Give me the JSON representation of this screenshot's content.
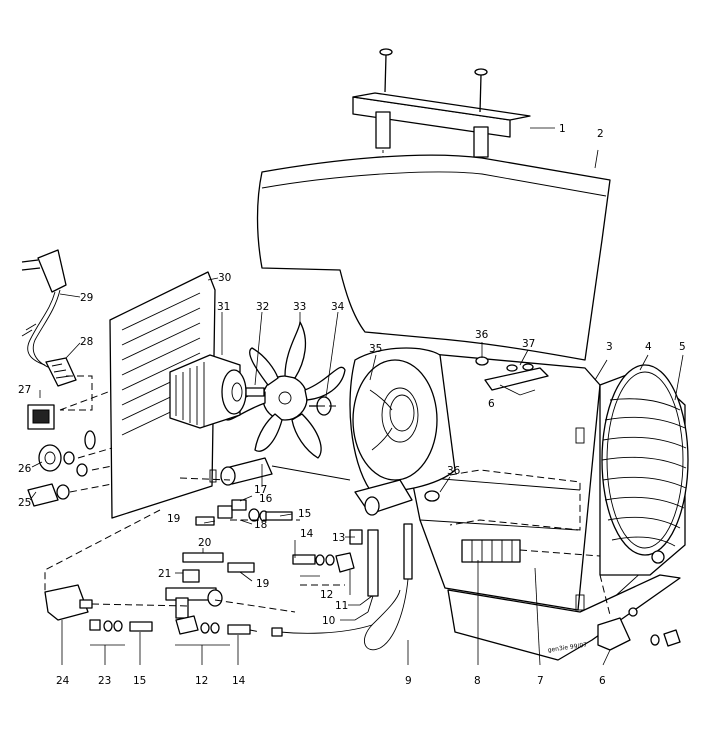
{
  "diagram": {
    "type": "exploded-view parts drawing",
    "stamp": "gen3ie 99/07",
    "labels": [
      {
        "id": "1",
        "text": "1"
      },
      {
        "id": "2",
        "text": "2"
      },
      {
        "id": "3",
        "text": "3"
      },
      {
        "id": "4",
        "text": "4"
      },
      {
        "id": "5",
        "text": "5"
      },
      {
        "id": "6a",
        "text": "6"
      },
      {
        "id": "6b",
        "text": "6"
      },
      {
        "id": "7",
        "text": "7"
      },
      {
        "id": "8",
        "text": "8"
      },
      {
        "id": "9",
        "text": "9"
      },
      {
        "id": "10",
        "text": "10"
      },
      {
        "id": "11",
        "text": "11"
      },
      {
        "id": "12a",
        "text": "12"
      },
      {
        "id": "12b",
        "text": "12"
      },
      {
        "id": "13",
        "text": "13"
      },
      {
        "id": "14a",
        "text": "14"
      },
      {
        "id": "14b",
        "text": "14"
      },
      {
        "id": "15a",
        "text": "15"
      },
      {
        "id": "15b",
        "text": "15"
      },
      {
        "id": "16",
        "text": "16"
      },
      {
        "id": "17",
        "text": "17"
      },
      {
        "id": "18",
        "text": "18"
      },
      {
        "id": "19a",
        "text": "19"
      },
      {
        "id": "19b",
        "text": "19"
      },
      {
        "id": "20",
        "text": "20"
      },
      {
        "id": "21",
        "text": "21"
      },
      {
        "id": "23",
        "text": "23"
      },
      {
        "id": "24",
        "text": "24"
      },
      {
        "id": "25",
        "text": "25"
      },
      {
        "id": "26",
        "text": "26"
      },
      {
        "id": "27",
        "text": "27"
      },
      {
        "id": "28",
        "text": "28"
      },
      {
        "id": "29",
        "text": "29"
      },
      {
        "id": "30",
        "text": "30"
      },
      {
        "id": "31",
        "text": "31"
      },
      {
        "id": "32",
        "text": "32"
      },
      {
        "id": "33",
        "text": "33"
      },
      {
        "id": "34",
        "text": "34"
      },
      {
        "id": "35",
        "text": "35"
      },
      {
        "id": "36a",
        "text": "36"
      },
      {
        "id": "36b",
        "text": "36"
      },
      {
        "id": "37",
        "text": "37"
      }
    ]
  }
}
